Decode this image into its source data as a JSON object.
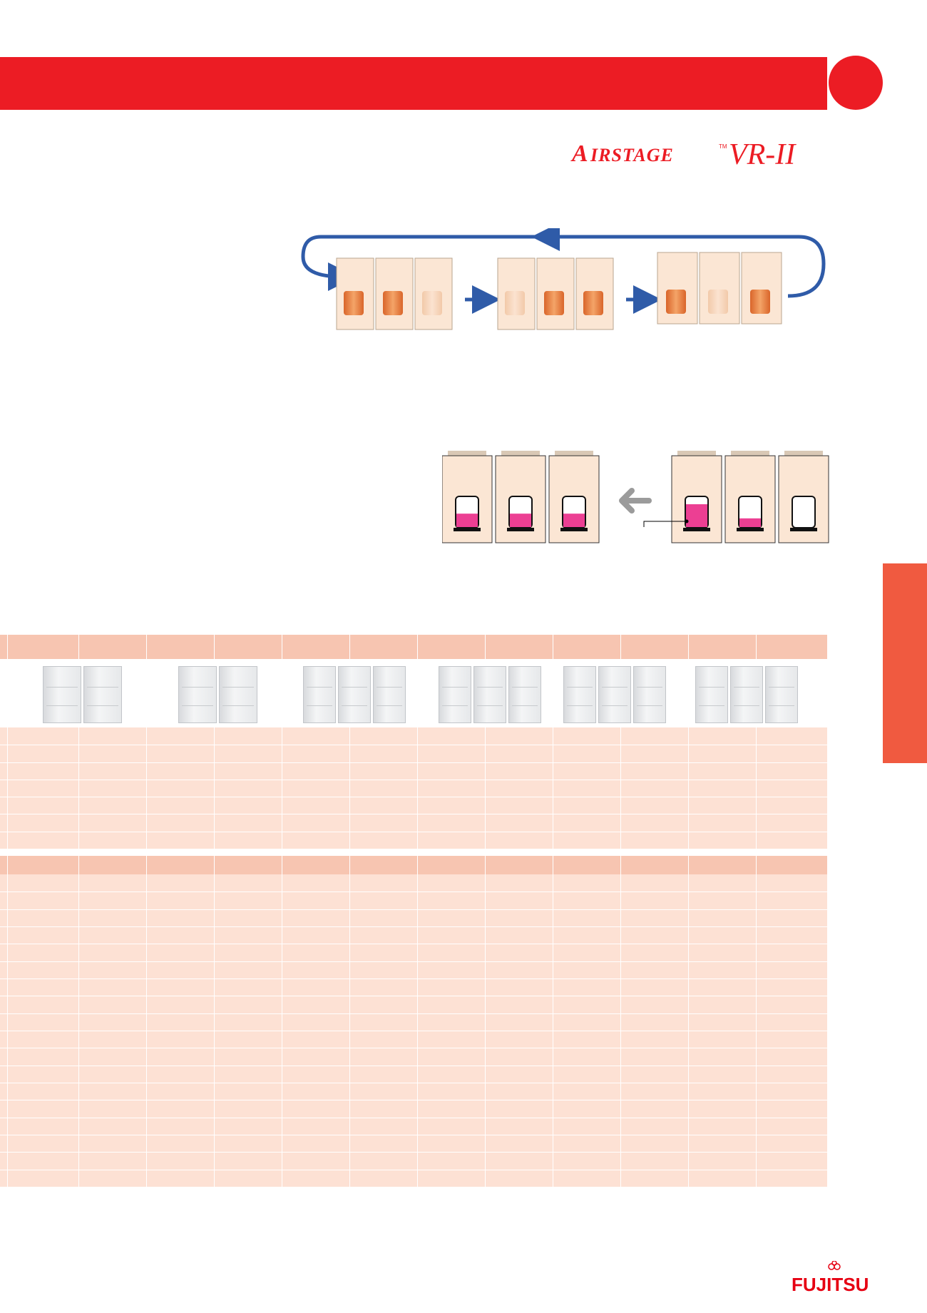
{
  "brand": {
    "product_logo": "AIRSTAGE VR-II",
    "company_logo": "FUJITSU"
  },
  "colors": {
    "banner_red": "#ec1c24",
    "tab_orange": "#f05a40",
    "table_header": "#f7c5b1",
    "table_body": "#fde1d4",
    "arrow_blue": "#2f5ba8",
    "oil_magenta": "#ec3f93",
    "unit_cream": "#fbe6d4",
    "compressor_orange": "#e8823c"
  },
  "icons": {
    "rotation_arrow": "blue-cycle-arrow-icon",
    "oil_flow_arrow": "gray-left-arrow-icon"
  },
  "oil_levels": {
    "after": [
      0.45,
      0.45,
      0.45
    ],
    "before": [
      0.75,
      0.3,
      0.0
    ]
  },
  "tables": {
    "spec_table_1": {
      "column_count": 12,
      "body_rows": 7
    },
    "spec_table_2": {
      "column_count": 12,
      "body_rows": 18
    }
  },
  "unit_photos": [
    2,
    2,
    3,
    3,
    3,
    3
  ]
}
